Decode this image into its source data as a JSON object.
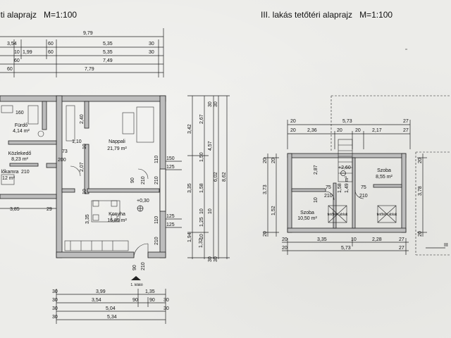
{
  "titles": {
    "left_fragment": "nti alaprajz",
    "left_scale": "M=1:100",
    "right": "III. lakás tetőtéri alaprajz",
    "right_scale": "M=1:100"
  },
  "left_plan": {
    "top_dims": {
      "row1": [
        "9,79"
      ],
      "row2": [
        "3,54",
        "60",
        "5,35",
        "30"
      ],
      "row3": [
        "10",
        "1,99",
        "60",
        "5,35",
        "30"
      ],
      "row4": [
        "60",
        "7,49"
      ],
      "row5": [
        "60",
        "7,79"
      ]
    },
    "rooms": {
      "furdo_name": "Fürdő",
      "furdo_area": "4,14 m²",
      "kozlekedo_name": "Közlekedő",
      "kozlekedo_area": "8,23 m²",
      "hall_fragment": "lőkamra",
      "hall_area": "12 m²",
      "nappali_name": "Nappali",
      "nappali_area": "21,79 m²",
      "konyha_name": "Konyha",
      "konyha_area": "16,89 m²"
    },
    "inner_labels": {
      "door_160": "160",
      "d_110": "1,10",
      "d_10a": "10",
      "d_73": "73",
      "d_200": "200",
      "d_210a": "210",
      "d_240": "2,40",
      "d_207": "2,07",
      "d_10b": "10",
      "d_10c": "10",
      "d_90": "90",
      "d_210b": "210",
      "d_335": "3,35",
      "d_110b": "110",
      "d_210c": "210",
      "d_110c": "110",
      "d_210d": "210",
      "level": "+0,30",
      "d_90b": "90",
      "d_210e": "210",
      "entry": "1. kilátó"
    },
    "left_fragment_dims": [
      "3,85",
      "29"
    ],
    "right_side_dims": [
      "150",
      "125",
      "125",
      "125"
    ],
    "vertical_dims": {
      "col1": [
        "3,42",
        "3,35",
        "1,94",
        "1,32"
      ],
      "col2": [
        "2,67",
        "1,50",
        "1,58",
        "10",
        "1,25",
        "10"
      ],
      "col3": [
        "30",
        "4,57",
        "10",
        "30"
      ],
      "col4": [
        "30",
        "6,02",
        "30"
      ],
      "col5": [
        "8,62"
      ]
    },
    "bottom_dims": {
      "row1": [
        "30",
        "3,99",
        "1,35"
      ],
      "row2": [
        "30",
        "3,54",
        "90",
        "90",
        "30"
      ],
      "row3": [
        "30",
        "5,04",
        "30"
      ],
      "row4": [
        "30",
        "5,34"
      ]
    }
  },
  "right_plan": {
    "top_dims": {
      "row1": [
        "20",
        "5,73",
        "27"
      ],
      "row2": [
        "20",
        "2,36",
        "20",
        "20",
        "2,17",
        "27"
      ]
    },
    "rooms": {
      "szoba1_name": "Szoba",
      "szoba1_area": "10,50 m²",
      "szoba2_name": "Szoba",
      "szoba2_area": "8,55 m²"
    },
    "inner_labels": {
      "h_287": "2,87",
      "h_10": "10",
      "level": "+2,60",
      "p_75a": "75",
      "p_210a": "210",
      "p_75b": "75",
      "p_210b": "210",
      "stair_a": "1,58",
      "stair_b": "1,49 m²",
      "skylight": "tetőtéri ablak"
    },
    "left_vert": [
      "20",
      "20",
      "3,73",
      "1,52",
      "20"
    ],
    "right_vert": [
      "20",
      "3,78",
      "20"
    ],
    "bottom_dims": {
      "row1": [
        "20",
        "3,35",
        "10",
        "2,28",
        "27"
      ],
      "row2": [
        "20",
        "5,73",
        "27"
      ]
    },
    "section_mark": "III"
  }
}
